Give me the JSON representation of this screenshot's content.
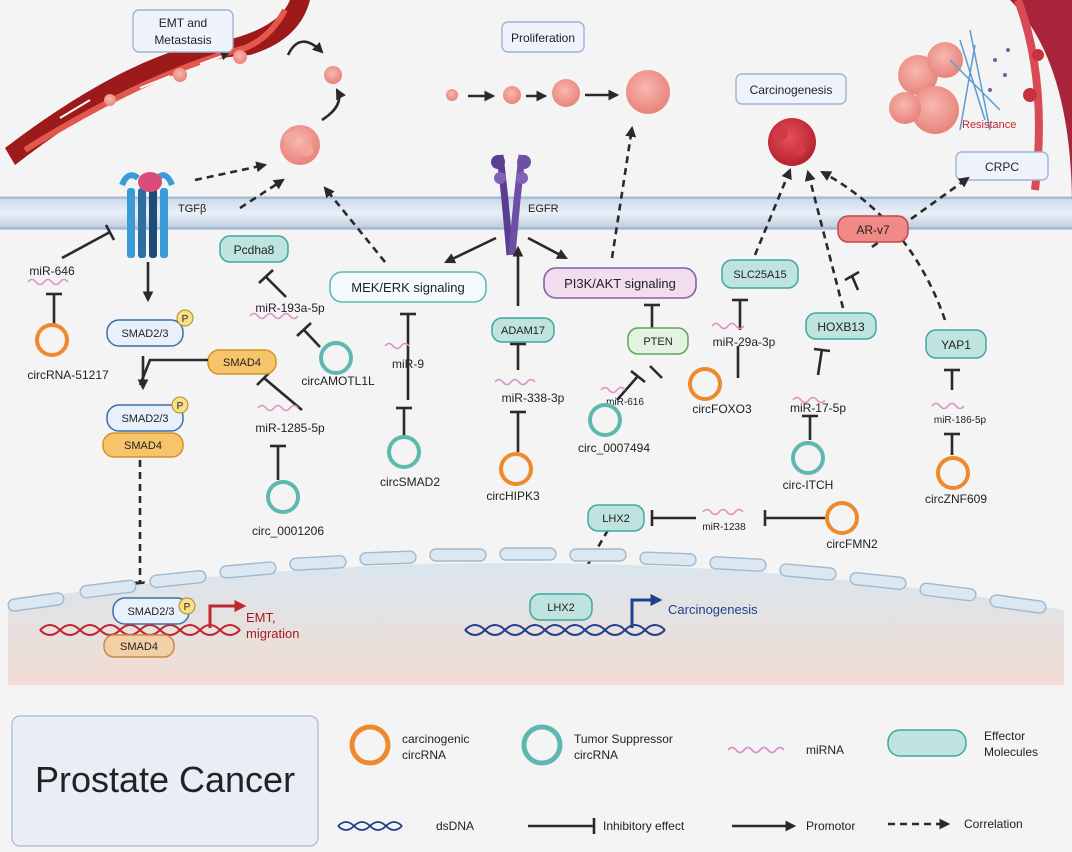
{
  "boxes": {
    "emt": "EMT and Metastasis",
    "emt_line1": "EMT and",
    "emt_line2": "Metastasis",
    "proliferation": "Proliferation",
    "carcinogenesis": "Carcinogenesis",
    "crpc": "CRPC",
    "resistance": "Resistance"
  },
  "receptors": {
    "tgfb": "TGFβ",
    "egfr": "EGFR"
  },
  "pathways": {
    "mek": "MEK/ERK signaling",
    "pi3k": "PI3K/AKT signaling"
  },
  "effectors": {
    "smad23": "SMAD2/3",
    "smad4": "SMAD4",
    "p": "P",
    "pcdha8": "Pcdha8",
    "adam17": "ADAM17",
    "pten": "PTEN",
    "slc25a15": "SLC25A15",
    "hoxb13": "HOXB13",
    "arv7": "AR-v7",
    "yap1": "YAP1",
    "lhx2": "LHX2"
  },
  "mirnas": {
    "mir646": "miR-646",
    "mir193a": "miR-193a-5p",
    "mir1285": "miR-1285-5p",
    "mir9": "miR-9",
    "mir338": "miR-338-3p",
    "mir616": "miR-616",
    "mir29a": "miR-29a-3p",
    "mir17": "miR-17-5p",
    "mir186": "miR-186-5p",
    "mir1238": "miR-1238"
  },
  "circrnas": {
    "circ51217": "circRNA-51217",
    "circamotl1l": "circAMOTL1L",
    "circ0001206": "circ_0001206",
    "circsmad2": "circSMAD2",
    "circhipk3": "circHIPK3",
    "circ0007494": "circ_0007494",
    "circfoxo3": "circFOXO3",
    "circitch": "circ-ITCH",
    "circznf609": "circZNF609",
    "circfmn2": "circFMN2"
  },
  "nucleus": {
    "emt_migration_1": "EMT,",
    "emt_migration_2": "migration",
    "carcinogenesis": "Carcinogenesis"
  },
  "legend": {
    "title": "Prostate Cancer",
    "carcinogenic_1": "carcinogenic",
    "carcinogenic_2": "circRNA",
    "suppressor_1": "Tumor  Suppressor",
    "suppressor_2": "circRNA",
    "mirna": "miRNA",
    "effector_1": "Effector",
    "effector_2": "Molecules",
    "dsdna": "dsDNA",
    "inhibitory": "Inhibitory effect",
    "promotor": "Promotor",
    "correlation": "Correlation"
  },
  "colors": {
    "carcinogenic": "#ee8a2d",
    "suppressor": "#5fb8b0",
    "mirna": "#d98fc0",
    "effector_fill": "#bfe3df",
    "smad_fill": "#f6c46a",
    "arv7_fill": "#ef8a86",
    "pi3k_fill": "#f2dcef",
    "dna_red": "#c0272d",
    "dna_blue": "#1f3f8f"
  }
}
